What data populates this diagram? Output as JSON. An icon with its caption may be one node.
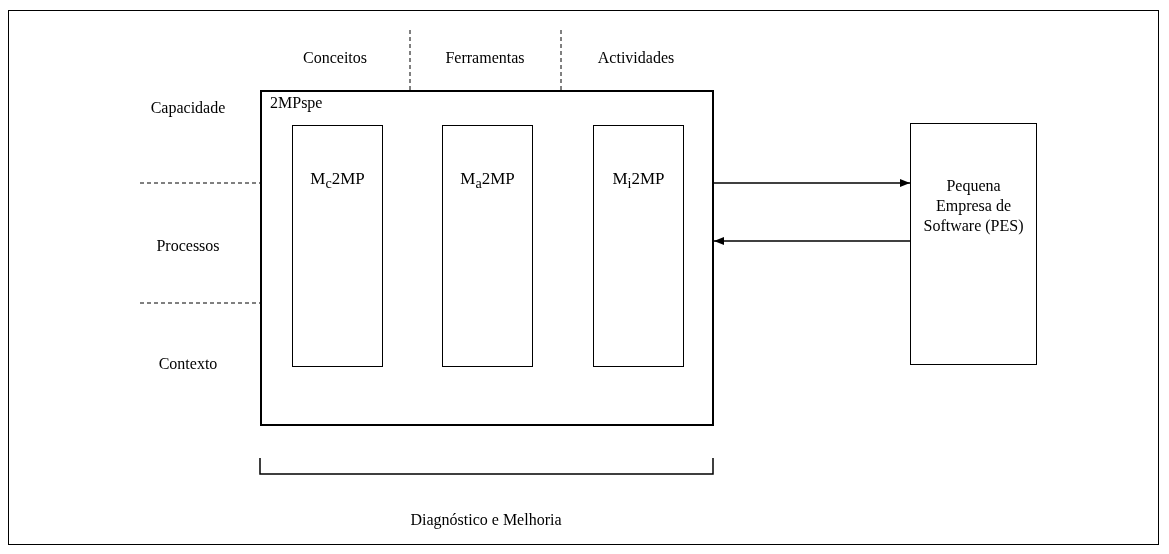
{
  "diagram": {
    "nodes": [
      {
        "text": [
          "2MPspe"
        ]
      },
      {
        "text": [
          "M$_{c}$2MP"
        ],
        "in": 0
      },
      {
        "text": [
          "M$_{a}$2MP"
        ],
        "in": 0
      },
      {
        "text": [
          "M$_{i}$2MP"
        ],
        "in": 0
      },
      {
        "text": [
          "Pequena Empresa de Software (PES)"
        ]
      }
    ],
    "edges": [
      {
        "from": 0,
        "to": 4,
        "arrow": "to"
      },
      {
        "from": 4,
        "to": 0,
        "arrow": "to"
      }
    ],
    "labels": [
      "Conceitos",
      "Ferramentas",
      "Actividades",
      "Capacidade",
      "Processos",
      "Contexto",
      "Diagnóstico e Melhoria"
    ]
  }
}
